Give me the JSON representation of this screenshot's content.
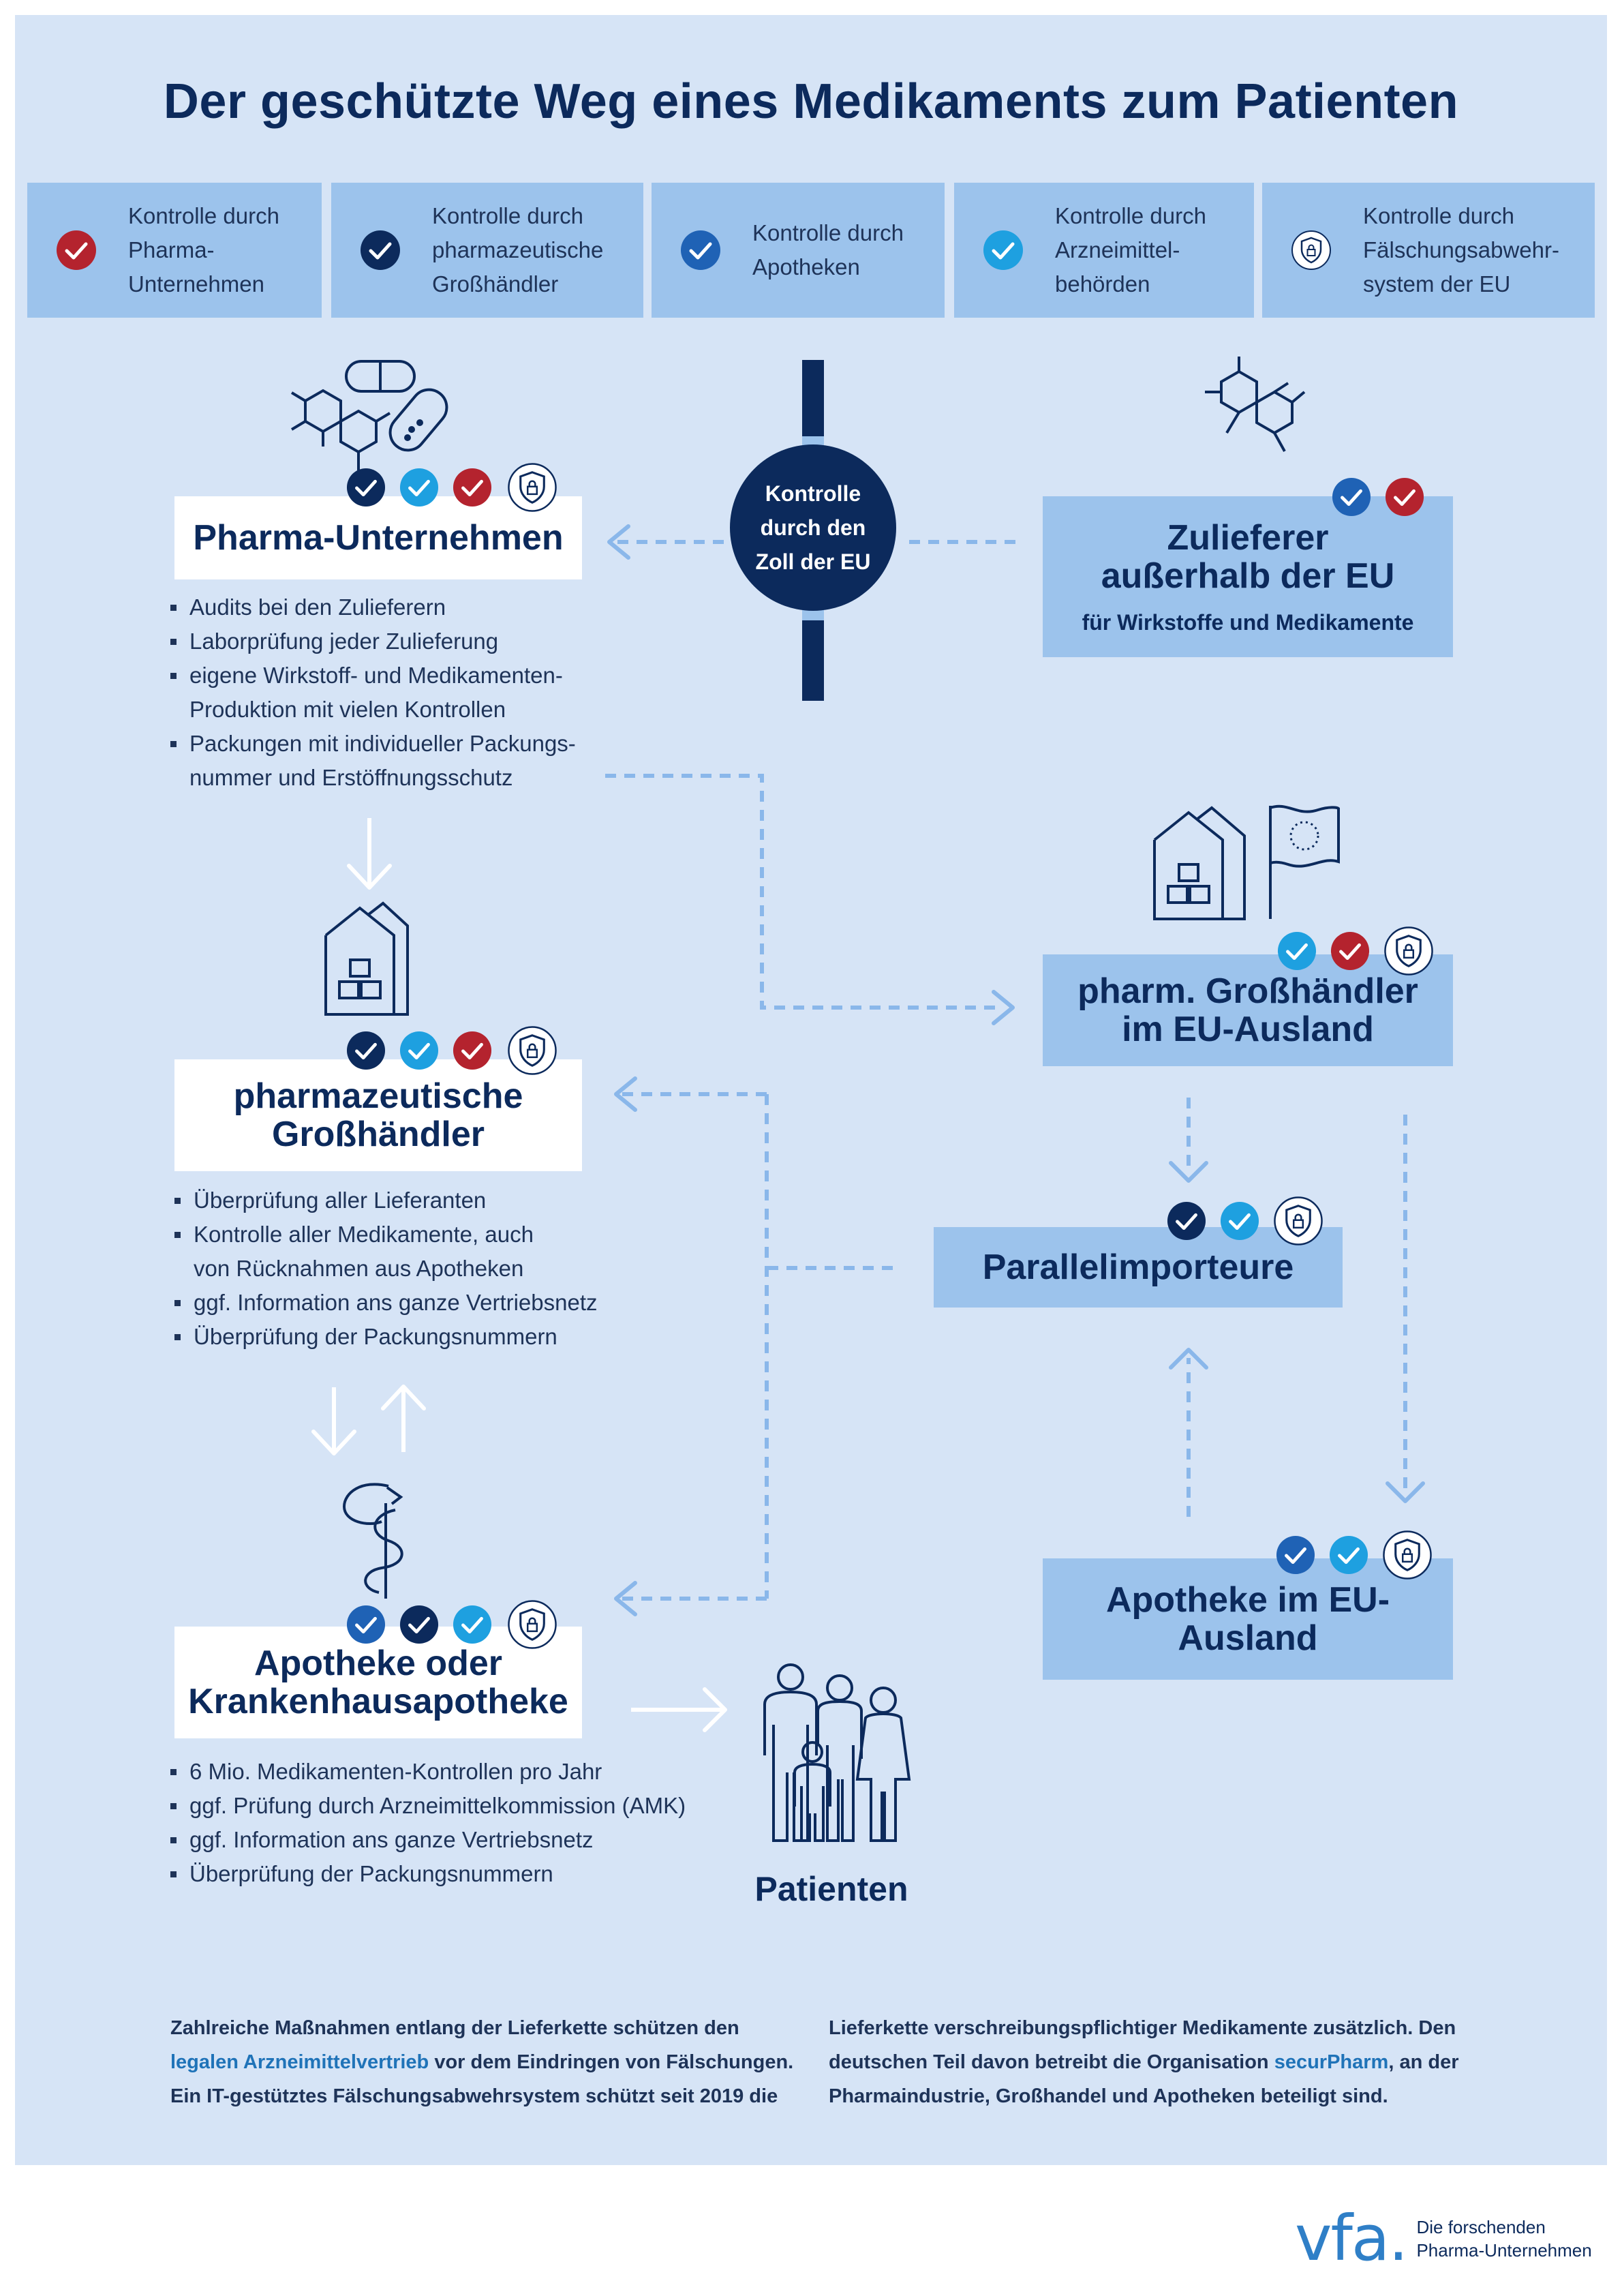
{
  "title": "Der geschützte Weg eines Medikaments zum Patienten",
  "colors": {
    "background": "#d6e4f6",
    "box_blue": "#9cc3ec",
    "navy": "#0c2a5c",
    "red_check": "#b4232e",
    "navy_check": "#0c2a5c",
    "mid_blue_check": "#1f62b5",
    "cyan_check": "#1ea0e0",
    "arrow_blue": "#8ab7ea"
  },
  "legend": [
    {
      "label": "Kontrolle durch\nPharma-\nUnternehmen",
      "icon": "red-check-icon"
    },
    {
      "label": "Kontrolle durch\npharmazeutische\nGroßhändler",
      "icon": "navy-check-icon"
    },
    {
      "label": "Kontrolle durch\nApotheken",
      "icon": "blue-check-icon"
    },
    {
      "label": "Kontrolle durch\nArzneimittel-\nbehörden",
      "icon": "cyan-check-icon"
    },
    {
      "label": "Kontrolle durch\nFälschungsabwehr-\nsystem der EU",
      "icon": "shield-lock-icon"
    }
  ],
  "pharma": {
    "label": "Pharma-Unternehmen",
    "bullets": [
      "Audits bei den Zulieferern",
      "Laborprüfung jeder Zulieferung",
      "eigene Wirkstoff- und Medikamenten-\nProduktion mit vielen Kontrollen",
      "Packungen mit individueller Packungs-\nnummer und Erstöffnungsschutz"
    ]
  },
  "zoll": {
    "label": "Kontrolle\ndurch den\nZoll der EU"
  },
  "zulieferer": {
    "label": "Zulieferer\naußerhalb der EU",
    "sub": "für Wirkstoffe und Medikamente"
  },
  "grosshaendler": {
    "label": "pharmazeutische\nGroßhändler",
    "bullets": [
      "Überprüfung aller Lieferanten",
      "Kontrolle aller Medikamente, auch\nvon Rücknahmen aus Apotheken",
      "ggf. Information ans ganze Vertriebsnetz",
      "Überprüfung der Packungsnummern"
    ]
  },
  "gross_eu": {
    "label": "pharm. Großhändler\nim EU-Ausland"
  },
  "parallel": {
    "label": "Parallelimporteure"
  },
  "apotheke": {
    "label": "Apotheke oder\nKrankenhausapotheke",
    "bullets": [
      "6 Mio. Medikamenten-Kontrollen pro Jahr",
      "ggf. Prüfung durch Arzneimittelkommission (AMK)",
      "ggf. Information ans ganze Vertriebsnetz",
      "Überprüfung der Packungsnummern"
    ]
  },
  "apotheke_eu": {
    "label": "Apotheke im EU-\nAusland"
  },
  "patients": {
    "label": "Patienten"
  },
  "footer": {
    "left_1": "Zahlreiche Maßnahmen entlang der Lieferkette schützen den",
    "left_link": "legalen Arzneimittelvertrieb",
    "left_2": " vor dem Eindringen von Fälschungen.",
    "left_3": "Ein IT-gestütztes Fälschungsabwehrsystem schützt seit 2019 die",
    "right_1": "Lieferkette verschreibungspflichtiger Medikamente zusätzlich. Den",
    "right_2": "deutschen Teil davon betreibt die Organisation ",
    "right_link": "securPharm",
    "right_3": ", an der",
    "right_4": "Pharmaindustrie, Großhandel und Apotheken beteiligt sind."
  },
  "logo": {
    "mark": "vfa.",
    "text": "Die forschenden\nPharma-Unternehmen"
  }
}
